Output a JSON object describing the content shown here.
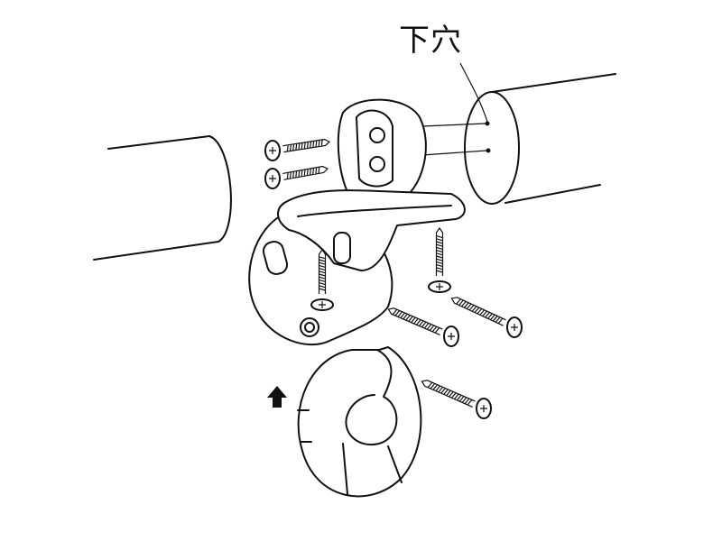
{
  "diagram": {
    "label_pilot_hole": "下穴",
    "line_color": "#111111",
    "background": "#ffffff",
    "parts": [
      "left-pipe",
      "right-pipe",
      "bracket",
      "base-plate",
      "cover-plate",
      "screw",
      "screw",
      "screw",
      "screw",
      "screw",
      "screw",
      "screw",
      "up-arrow"
    ]
  }
}
